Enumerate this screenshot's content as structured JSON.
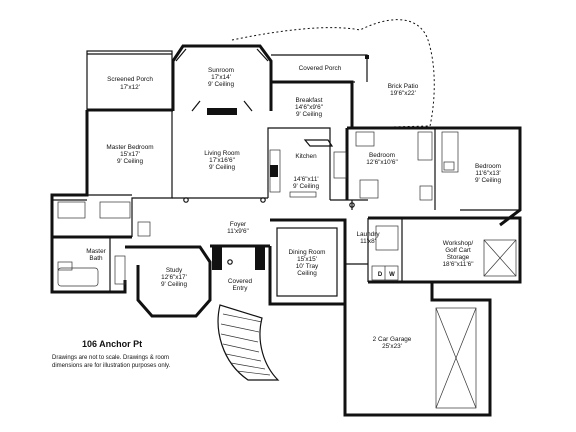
{
  "plan": {
    "title": "106 Anchor Pt",
    "disclaimer_line1": "Drawings are not to scale. Drawings & room",
    "disclaimer_line2": "dimensions are for illustration purposes only."
  },
  "rooms": {
    "screened_porch": {
      "name": "Screened Porch",
      "size": "17'x12'"
    },
    "sunroom": {
      "name": "Sunroom",
      "size": "17'x14'",
      "ceiling": "9' Ceiling"
    },
    "covered_porch": {
      "name": "Covered Porch"
    },
    "brick_patio": {
      "name": "Brick Patio",
      "size": "19'6\"x22'"
    },
    "breakfast": {
      "name": "Breakfast",
      "size": "14'6\"x9'6\"",
      "ceiling": "9' Ceiling"
    },
    "master_bedroom": {
      "name": "Master Bedroom",
      "size": "15'x17'",
      "ceiling": "9' Ceiling"
    },
    "living_room": {
      "name": "Living Room",
      "size": "17'x16'6\"",
      "ceiling": "9' Ceiling"
    },
    "kitchen": {
      "name": "Kitchen",
      "size": "14'6\"x11'",
      "ceiling": "9' Ceiling"
    },
    "bedroom_1": {
      "name": "Bedroom",
      "size": "12'6\"x10'6\""
    },
    "bedroom_2": {
      "name": "Bedroom",
      "size": "11'6\"x13'",
      "ceiling": "9' Ceiling"
    },
    "foyer": {
      "name": "Foyer",
      "size": "11'x9'6\""
    },
    "master_bath": {
      "name": "Master",
      "name2": "Bath"
    },
    "dining_room": {
      "name": "Dining Room",
      "size": "15'x15'",
      "ceiling": "10' Tray",
      "ceiling2": "Ceiling"
    },
    "laundry": {
      "name": "Laundry",
      "size": "11'x8'"
    },
    "workshop": {
      "name": "Workshop/",
      "name2": "Golf Cart",
      "name3": "Storage",
      "size": "18'6\"x11'6\""
    },
    "study": {
      "name": "Study",
      "size": "12'6\"x17'",
      "ceiling": "9' Ceiling"
    },
    "covered_entry": {
      "name": "Covered",
      "name2": "Entry"
    },
    "garage": {
      "name": "2 Car Garage",
      "size": "25'x23'"
    }
  },
  "appliances": {
    "dryer": "D",
    "washer": "W"
  }
}
